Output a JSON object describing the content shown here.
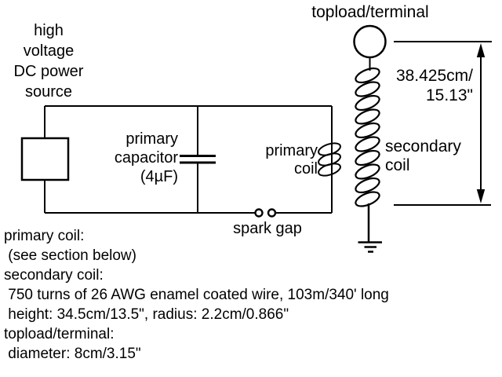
{
  "colors": {
    "ink": "#000000",
    "background": "#ffffff"
  },
  "diagram": {
    "power_source_label": "high\nvoltage\nDC power\nsource",
    "primary_capacitor_label": "primary\ncapacitor\n(4µF)",
    "primary_coil_label": "primary\ncoil",
    "spark_gap_label": "spark gap",
    "topload_label": "topload/terminal",
    "secondary_coil_label": "secondary\ncoil",
    "height_dimension_label": "38.425cm/\n15.13\""
  },
  "specs": {
    "lines": [
      "primary coil:",
      " (see section below)",
      "secondary coil:",
      " 750 turns of 26 AWG enamel coated wire, 103m/340' long",
      " height: 34.5cm/13.5\", radius: 2.2cm/0.866\"",
      "topload/terminal:",
      " diameter: 8cm/3.15\""
    ]
  }
}
